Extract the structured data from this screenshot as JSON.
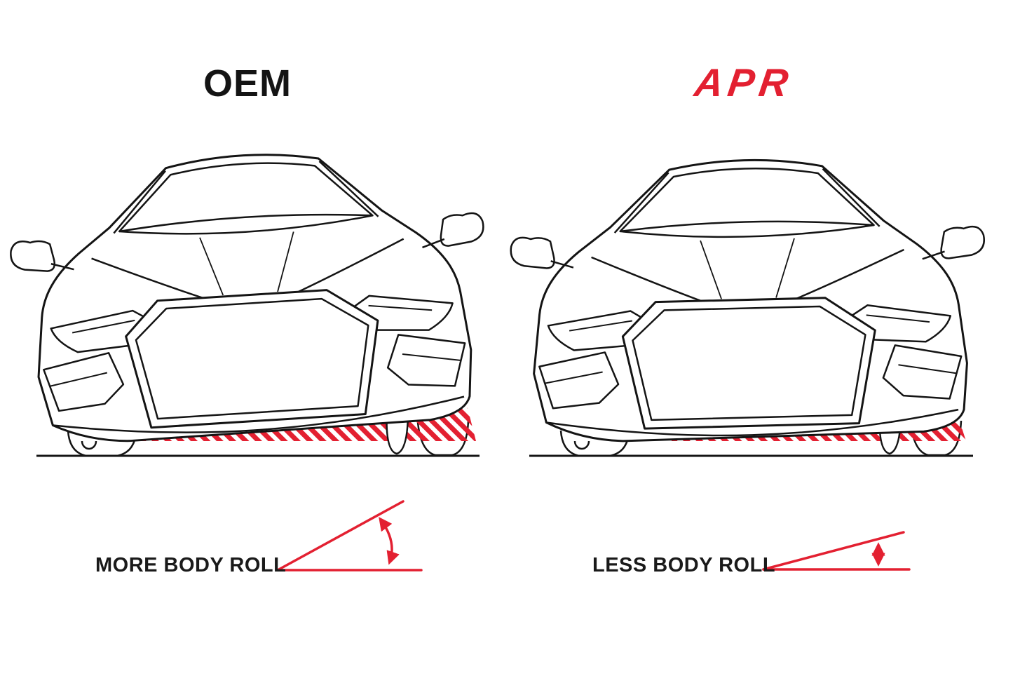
{
  "colors": {
    "background": "#ffffff",
    "line_black": "#141414",
    "accent_red": "#e32031"
  },
  "panels": {
    "oem": {
      "title": "OEM",
      "caption": "MORE BODY ROLL",
      "depicted_roll_angle_deg": 29
    },
    "apr": {
      "title": "APR",
      "caption": "LESS BODY ROLL",
      "depicted_roll_angle_deg": 14
    }
  }
}
